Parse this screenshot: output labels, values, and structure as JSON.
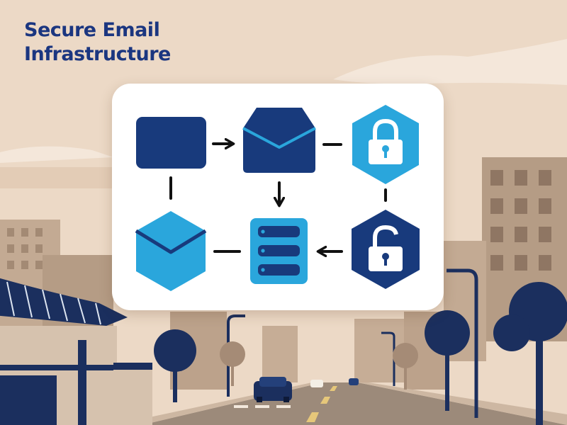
{
  "title": {
    "line1": "Secure Email",
    "line2": "Infrastructure"
  },
  "colors": {
    "title": "#1b3680",
    "navy": "#183a7c",
    "sky": "#2aa6dc",
    "connector": "#111111",
    "sky_backdrop": "#ecd9c6",
    "city": "#b59c85",
    "road": "#9c8a7a",
    "tree": "#1b2f5e"
  },
  "diagram": {
    "nodes": [
      {
        "id": "node-message",
        "icon": "rectangle-block",
        "color": "navy"
      },
      {
        "id": "node-envelope-open",
        "icon": "open-envelope-icon",
        "color": "navy"
      },
      {
        "id": "node-lock-closed",
        "icon": "padlock-closed-icon",
        "color": "sky"
      },
      {
        "id": "node-envelope-hex",
        "icon": "envelope-hexagon-icon",
        "color": "sky"
      },
      {
        "id": "node-server",
        "icon": "server-icon",
        "color": "sky"
      },
      {
        "id": "node-lock-open",
        "icon": "padlock-open-icon",
        "color": "navy"
      }
    ],
    "edges": [
      {
        "from": "node-message",
        "to": "node-envelope-open",
        "style": "arrow"
      },
      {
        "from": "node-envelope-open",
        "to": "node-lock-closed",
        "style": "line"
      },
      {
        "from": "node-message",
        "to": "node-envelope-hex",
        "style": "line"
      },
      {
        "from": "node-envelope-open",
        "to": "node-server",
        "style": "arrow"
      },
      {
        "from": "node-lock-closed",
        "to": "node-lock-open",
        "style": "line"
      },
      {
        "from": "node-envelope-hex",
        "to": "node-server",
        "style": "line"
      },
      {
        "from": "node-lock-open",
        "to": "node-server",
        "style": "arrow"
      }
    ]
  }
}
